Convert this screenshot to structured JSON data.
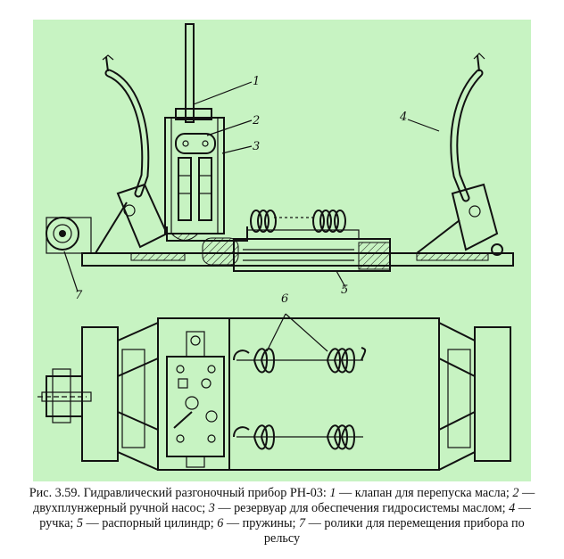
{
  "callouts": {
    "c1": "1",
    "c2": "2",
    "c3": "3",
    "c4": "4",
    "c5": "5",
    "c6": "6",
    "c7": "7"
  },
  "caption": {
    "fig_label": "Рис. 3.59. Гидравлический разгоночный прибор РН-03: ",
    "n1": "1",
    "t1": " — клапан для перепуска масла; ",
    "n2": "2",
    "t2": " — двухплунжерный ручной насос; ",
    "n3": "3",
    "t3": " — резервуар для обеспечения гидросистемы маслом; ",
    "n4": "4",
    "t4": " — ручка; ",
    "n5": "5",
    "t5": " — распорный цилиндр; ",
    "n6": "6",
    "t6": " — пружины; ",
    "n7": "7",
    "t7": " — ролики для перемещения прибора по рельсу"
  },
  "colors": {
    "figure_background": "#c7f3c2",
    "ink": "#111111"
  }
}
